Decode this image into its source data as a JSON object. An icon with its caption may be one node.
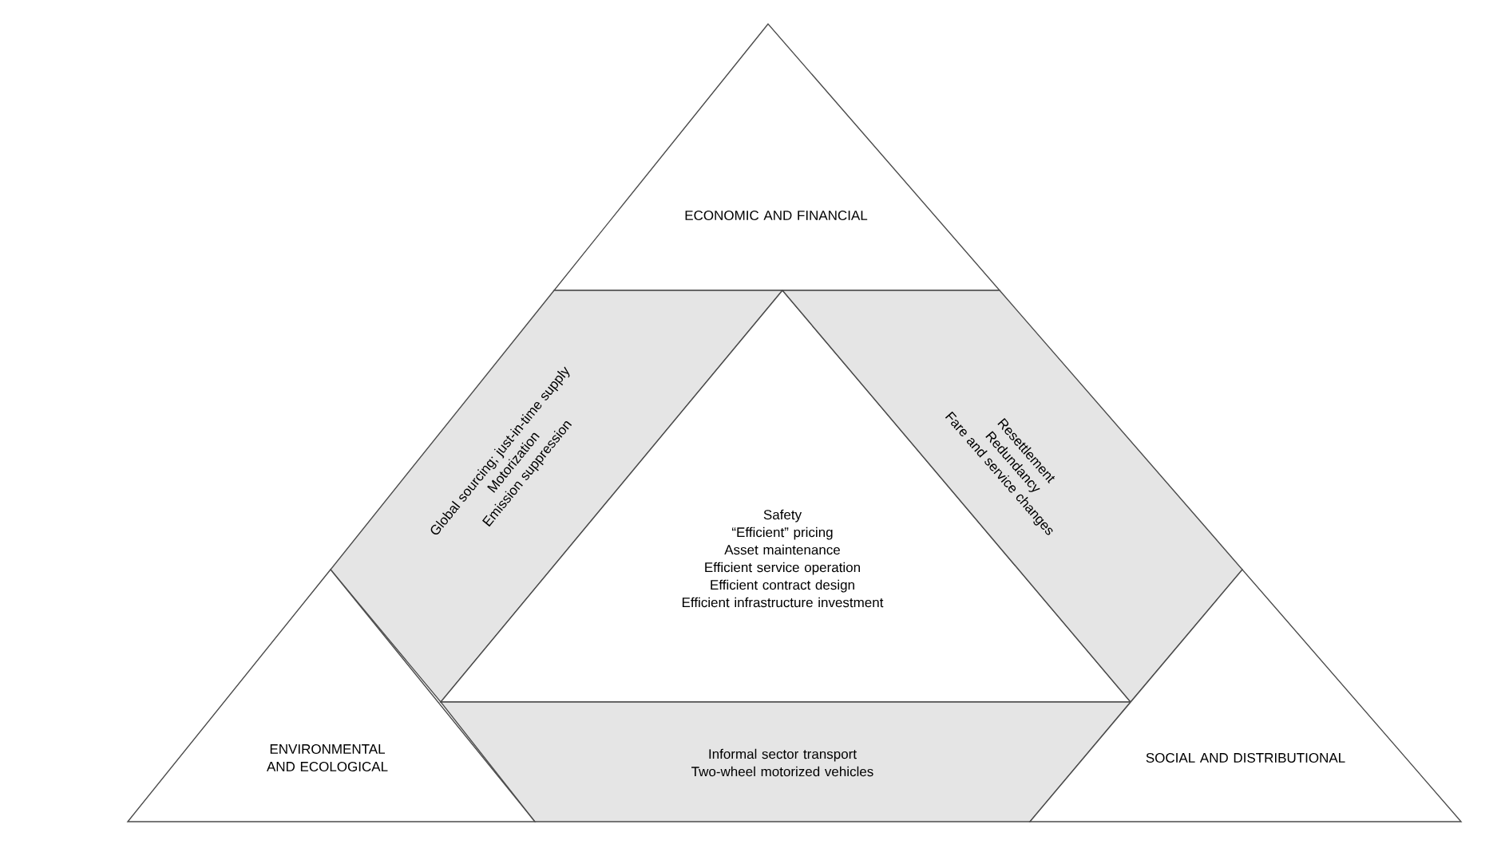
{
  "diagram": {
    "nodes": [
      {
        "text": [
          "ECONOMIC AND FINANCIAL"
        ]
      },
      {
        "text": [
          "Global sourcing; just-in-time supply",
          "Motorization",
          "Emission suppression"
        ]
      },
      {
        "text": [
          "Safety",
          "“Efficient” pricing",
          "Asset maintenance",
          "Efficient service operation",
          "Efficient contract design",
          "Efficient infrastructure investment"
        ]
      },
      {
        "text": [
          "Resettlement",
          "Redundancy",
          "Fare and service changes"
        ]
      },
      {
        "text": [
          "ENVIRONMENTAL AND ECOLOGICAL"
        ]
      },
      {
        "text": [
          "Informal sector transport",
          "Two-wheel motorized vehicles"
        ]
      },
      {
        "text": [
          "SOCIAL AND DISTRIBUTIONAL"
        ]
      }
    ]
  }
}
